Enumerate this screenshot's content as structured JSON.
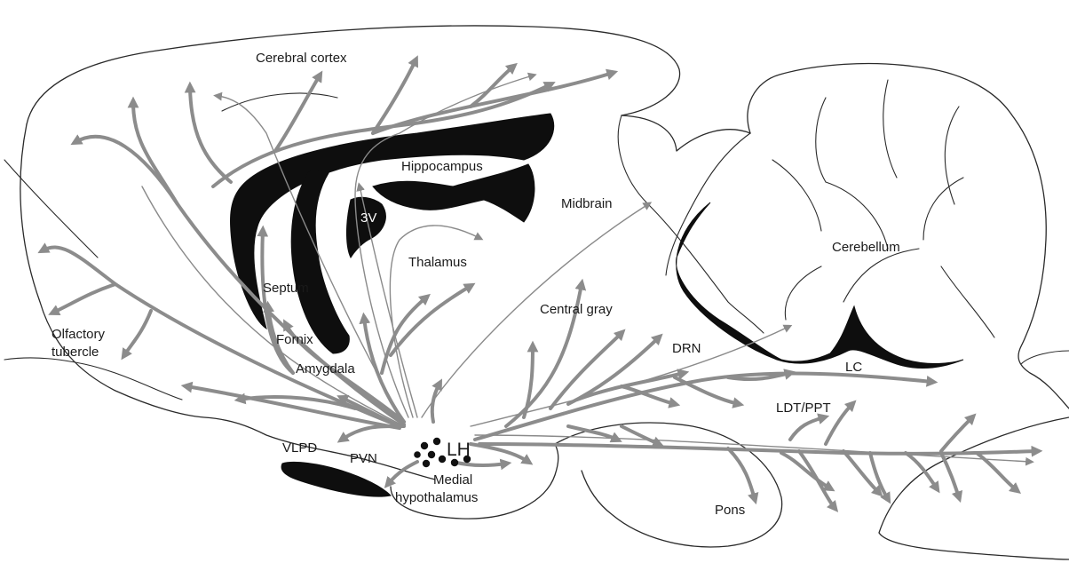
{
  "labels": {
    "cerebral_cortex": "Cerebral cortex",
    "hippocampus": "Hippocampus",
    "third_ventricle": "3V",
    "midbrain": "Midbrain",
    "cerebellum": "Cerebellum",
    "thalamus": "Thalamus",
    "septum": "Septum",
    "central_gray": "Central gray",
    "fornix": "Fornix",
    "olfactory_tubercle_1": "Olfactory",
    "olfactory_tubercle_2": "tubercle",
    "amygdala": "Amygdala",
    "drn": "DRN",
    "lc": "LC",
    "ldt_ppt": "LDT/PPT",
    "vlpd": "VLPD",
    "pvn": "PVN",
    "lh": "LH",
    "medial_hypothalamus_1": "Medial",
    "medial_hypothalamus_2": "hypothalamus",
    "pons": "Pons"
  },
  "colors": {
    "projection": "#8c8c8c",
    "outline": "#2a2a2a",
    "ventricle": "#0e0e0e",
    "background": "#ffffff"
  }
}
